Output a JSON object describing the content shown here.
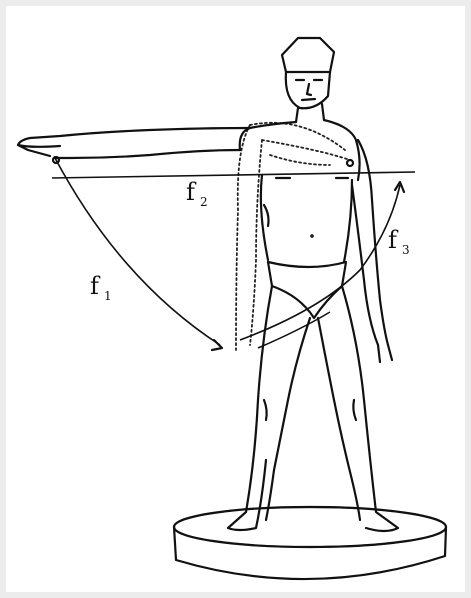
{
  "figure": {
    "labels": [
      {
        "id": "f1",
        "text": "f",
        "sub": "1"
      },
      {
        "id": "f2",
        "text": "f",
        "sub": "2"
      },
      {
        "id": "f3",
        "text": "f",
        "sub": "3"
      }
    ]
  }
}
